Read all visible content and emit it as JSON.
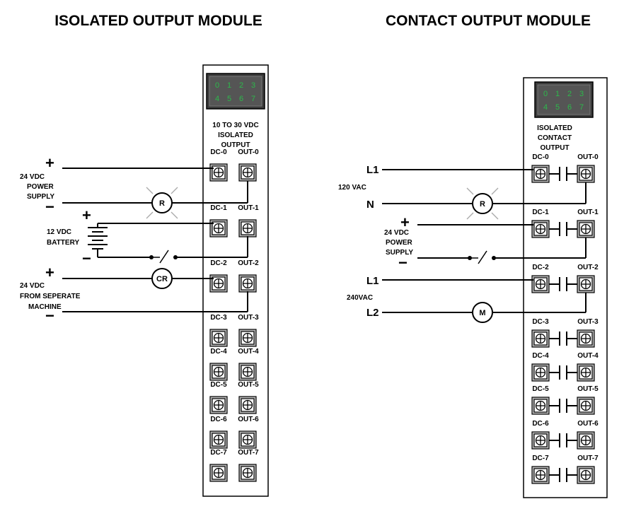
{
  "titles": {
    "left": "ISOLATED OUTPUT MODULE",
    "right": "CONTACT OUTPUT MODULE"
  },
  "led_display": {
    "row1": [
      "0",
      "1",
      "2",
      "3"
    ],
    "row2": [
      "4",
      "5",
      "6",
      "7"
    ],
    "led_color": "#2db84b",
    "bg_color": "#3a3a3a"
  },
  "left_module": {
    "header": [
      "10 TO 30 VDC",
      "ISOLATED",
      "OUTPUT"
    ],
    "terminals": [
      {
        "dc": "DC-0",
        "out": "OUT-0"
      },
      {
        "dc": "DC-1",
        "out": "OUT-1"
      },
      {
        "dc": "DC-2",
        "out": "OUT-2"
      },
      {
        "dc": "DC-3",
        "out": "OUT-3"
      },
      {
        "dc": "DC-4",
        "out": "OUT-4"
      },
      {
        "dc": "DC-5",
        "out": "OUT-5"
      },
      {
        "dc": "DC-6",
        "out": "OUT-6"
      },
      {
        "dc": "DC-7",
        "out": "OUT-7"
      }
    ],
    "wiring": {
      "supply1": {
        "plus": "+",
        "minus": "−",
        "text": [
          "24 VDC",
          "POWER",
          "SUPPLY"
        ]
      },
      "load1": "R",
      "battery": {
        "plus": "+",
        "minus": "−",
        "text": [
          "12 VDC",
          "BATTERY"
        ]
      },
      "supply2": {
        "plus": "+",
        "minus": "−",
        "text": [
          "24 VDC",
          "FROM SEPERATE",
          "MACHINE"
        ]
      },
      "load2": "CR"
    }
  },
  "right_module": {
    "header": [
      "ISOLATED",
      "CONTACT",
      "OUTPUT"
    ],
    "terminals": [
      {
        "dc": "DC-0",
        "out": "OUT-0"
      },
      {
        "dc": "DC-1",
        "out": "OUT-1"
      },
      {
        "dc": "DC-2",
        "out": "OUT-2"
      },
      {
        "dc": "DC-3",
        "out": "OUT-3"
      },
      {
        "dc": "DC-4",
        "out": "OUT-4"
      },
      {
        "dc": "DC-5",
        "out": "OUT-5"
      },
      {
        "dc": "DC-6",
        "out": "OUT-6"
      },
      {
        "dc": "DC-7",
        "out": "OUT-7"
      }
    ],
    "wiring": {
      "ac1": {
        "l1": "L1",
        "voltage": "120 VAC",
        "n": "N"
      },
      "load1": "R",
      "supply": {
        "plus": "+",
        "minus": "−",
        "text": [
          "24 VDC",
          "POWER",
          "SUPPLY"
        ]
      },
      "ac2": {
        "l1": "L1",
        "voltage": "240VAC",
        "l2": "L2"
      },
      "load2": "M"
    }
  }
}
